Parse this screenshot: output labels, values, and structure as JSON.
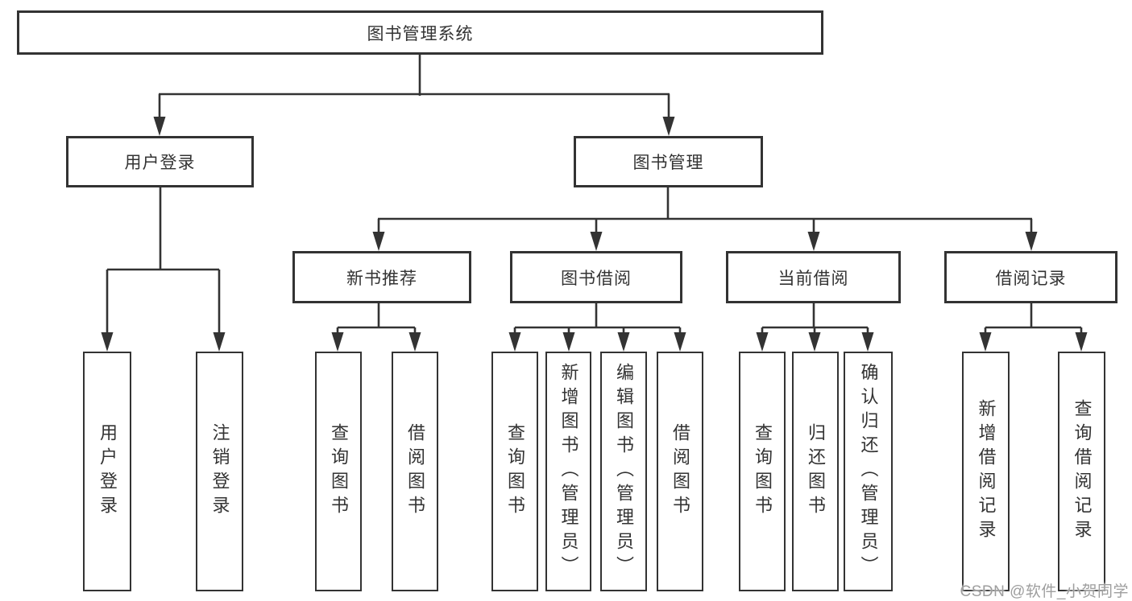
{
  "diagram": {
    "root": {
      "label": "图书管理系统"
    },
    "level2": [
      {
        "label": "用户登录"
      },
      {
        "label": "图书管理"
      }
    ],
    "level3": [
      {
        "label": "新书推荐"
      },
      {
        "label": "图书借阅"
      },
      {
        "label": "当前借阅"
      },
      {
        "label": "借阅记录"
      }
    ],
    "level4": {
      "user_login_children": [
        {
          "label": "用户登录"
        },
        {
          "label": "注销登录"
        }
      ],
      "new_book_children": [
        {
          "label": "查询图书"
        },
        {
          "label": "借阅图书"
        }
      ],
      "book_borrow_children": [
        {
          "label": "查询图书"
        },
        {
          "label": "新增图书（管理员）"
        },
        {
          "label": "编辑图书（管理员）"
        },
        {
          "label": "借阅图书"
        }
      ],
      "current_borrow_children": [
        {
          "label": "查询图书"
        },
        {
          "label": "归还图书"
        },
        {
          "label": "确认归还（管理员）"
        }
      ],
      "borrow_record_children": [
        {
          "label": "新增借阅记录"
        },
        {
          "label": "查询借阅记录"
        }
      ]
    }
  },
  "watermark": {
    "text": "CSDN @软件_小贺同学"
  },
  "colors": {
    "line": "#333333",
    "text": "#333333",
    "box_border": "#333333",
    "background": "#ffffff",
    "watermark": "#9e9e9e"
  }
}
